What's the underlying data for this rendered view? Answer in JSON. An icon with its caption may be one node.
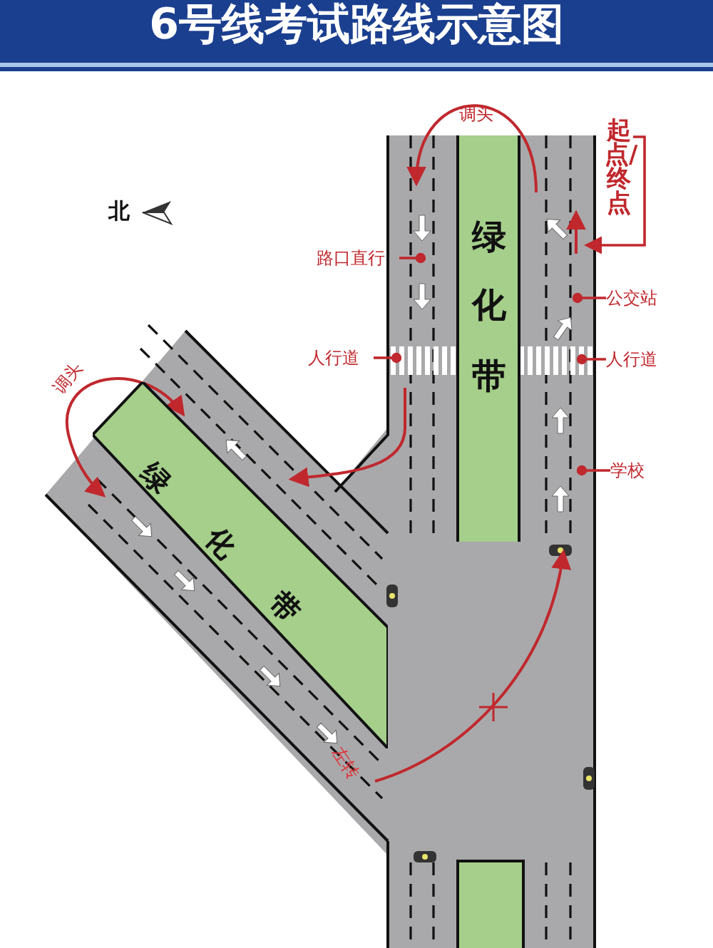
{
  "diagram": {
    "title": "6号线考试路线示意图",
    "nodes": [
      {
        "text": [
          "绿化带"
        ]
      },
      {
        "text": [
          "绿化带"
        ]
      },
      {
        "text": [],
        "shape": "box"
      },
      {
        "text": [
          "路口直行"
        ]
      },
      {
        "text": [
          "人行道"
        ]
      },
      {
        "text": [
          "人行道"
        ]
      },
      {
        "text": [
          "公交站"
        ]
      },
      {
        "text": [
          "学校"
        ]
      },
      {
        "text": [
          "起点/终点"
        ]
      }
    ],
    "edges": [
      {
        "from": 3,
        "to": null,
        "arrow": "other"
      },
      {
        "from": 4,
        "to": null,
        "arrow": "other"
      },
      {
        "from": 5,
        "to": null,
        "arrow": "other"
      },
      {
        "from": 6,
        "to": null,
        "arrow": "other"
      },
      {
        "from": 7,
        "to": null,
        "arrow": "other"
      },
      {
        "from": 8,
        "to": null,
        "arrow": "to"
      }
    ],
    "labels": [
      "调头",
      "北",
      "调头",
      "左转"
    ]
  }
}
